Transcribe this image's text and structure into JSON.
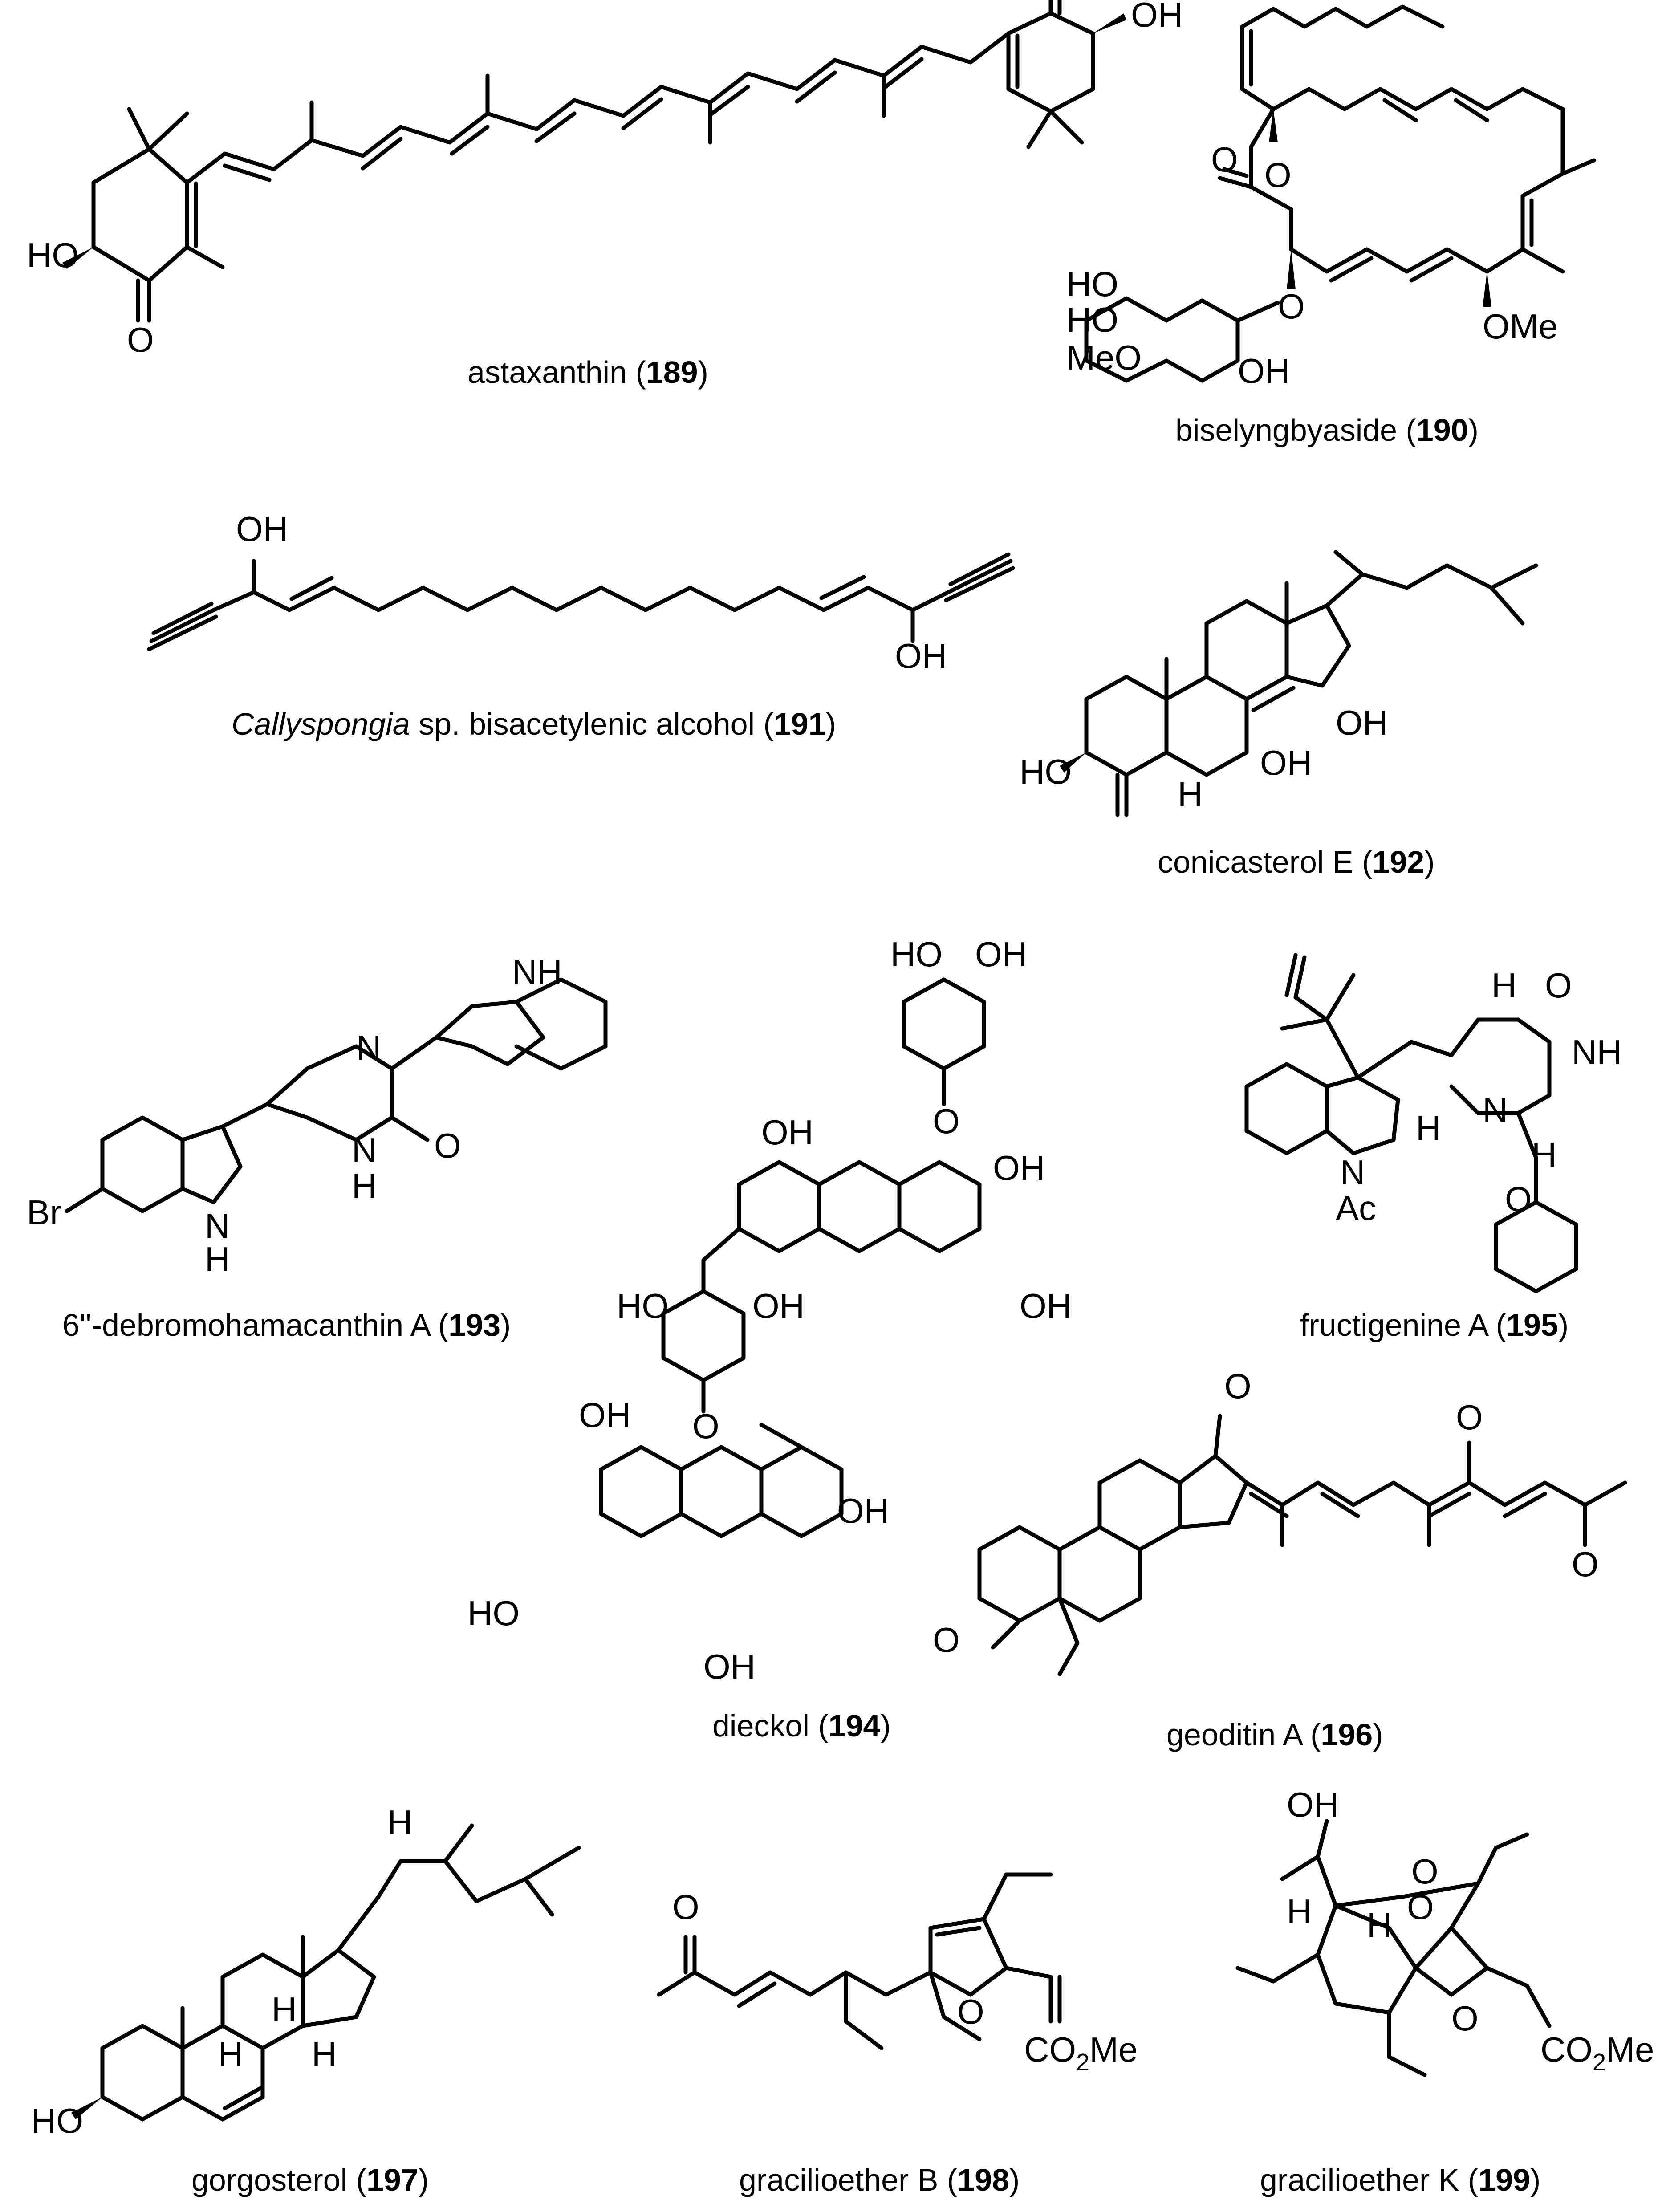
{
  "compounds": [
    {
      "name": "astaxanthin",
      "number": "189"
    },
    {
      "name": "biselyngbyaside",
      "number": "190"
    },
    {
      "name_italic": "Callyspongia",
      "name": " sp. bisacetylenic alcohol",
      "number": "191"
    },
    {
      "name": "conicasterol E",
      "number": "192"
    },
    {
      "name": "6''-debromohamacanthin A",
      "number": "193"
    },
    {
      "name": "dieckol",
      "number": "194"
    },
    {
      "name": "fructigenine A",
      "number": "195"
    },
    {
      "name": "geoditin A",
      "number": "196"
    },
    {
      "name": "gorgosterol",
      "number": "197"
    },
    {
      "name": "gracilioether B",
      "number": "198"
    },
    {
      "name": "gracilioether K",
      "number": "199"
    }
  ],
  "atoms": {
    "oh": "OH",
    "ho": "HO",
    "o": "O",
    "n": "N",
    "h": "H",
    "nh": "NH",
    "meo": "MeO",
    "ome": "OMe",
    "br": "Br",
    "ac": "Ac",
    "co": "CO",
    "two": "2",
    "me": "Me"
  },
  "colors": {
    "ink": "#000000",
    "background": "#ffffff"
  }
}
